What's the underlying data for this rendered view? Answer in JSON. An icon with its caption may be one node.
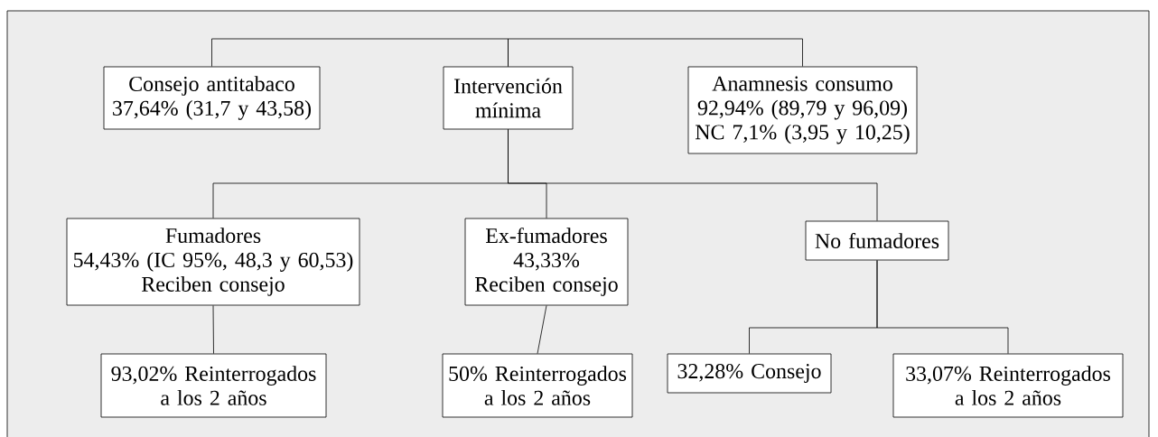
{
  "diagram": {
    "nodes": [
      {
        "text": [
          "Consejo antitabaco",
          "37,64% (31,7 y 43,58)"
        ]
      },
      {
        "text": [
          "Intervención mínima"
        ]
      },
      {
        "text": [
          "Anamnesis consumo",
          "92,94% (89,79 y 96,09)",
          "NC 7,1% (3,95 y 10,25)"
        ]
      },
      {
        "text": [
          "Fumadores",
          "54,43% (IC 95%, 48,3 y 60,53)",
          "Reciben consejo"
        ]
      },
      {
        "text": [
          "Ex-fumadores",
          "43,33%",
          "Reciben consejo"
        ]
      },
      {
        "text": [
          "No fumadores"
        ]
      },
      {
        "text": [
          "93,02% Reinterrogados a los 2 años"
        ]
      },
      {
        "text": [
          "50% Reinterrogados a los 2 años"
        ]
      },
      {
        "text": [
          "32,28% Consejo"
        ]
      },
      {
        "text": [
          "33,07% Reinterrogados a los 2 años"
        ]
      }
    ],
    "edges": [
      {
        "from": 1,
        "to": 0,
        "arrow": "none"
      },
      {
        "from": 1,
        "to": 2,
        "arrow": "none"
      },
      {
        "from": 1,
        "to": 3,
        "arrow": "none"
      },
      {
        "from": 1,
        "to": 4,
        "arrow": "none"
      },
      {
        "from": 1,
        "to": 5,
        "arrow": "none"
      },
      {
        "from": 3,
        "to": 6,
        "arrow": "none"
      },
      {
        "from": 4,
        "to": 7,
        "arrow": "none"
      },
      {
        "from": 5,
        "to": 8,
        "arrow": "none"
      },
      {
        "from": 5,
        "to": 9,
        "arrow": "none"
      }
    ]
  }
}
